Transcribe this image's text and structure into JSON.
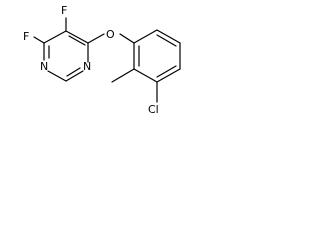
{
  "molecule": {
    "atoms": {
      "f_top": "F",
      "f_left": "F",
      "o_ether": "O",
      "n_top": "N",
      "n_bottom": "N",
      "cl": "Cl"
    },
    "colors": {
      "bond": "#000000",
      "label": "#000000",
      "background": "#ffffff"
    }
  }
}
